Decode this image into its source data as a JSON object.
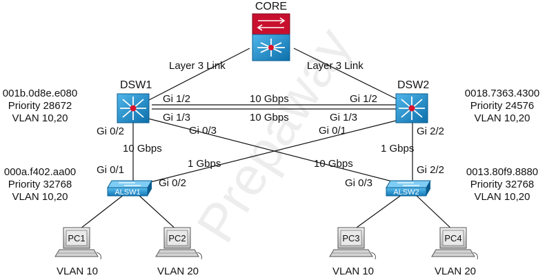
{
  "core": {
    "name": "CORE"
  },
  "links": {
    "core_dsw1": "Layer 3 Link",
    "core_dsw2": "Layer 3 Link",
    "dsw_gi12_speed": "10 Gbps",
    "dsw_gi13_speed": "10 Gbps",
    "dsw1_alsw1_speed": "10 Gbps",
    "dsw2_alsw1_speed": "1 Gbps",
    "dsw1_alsw2_speed": "10 Gbps",
    "dsw2_alsw2_speed": "1 Gbps"
  },
  "dsw1": {
    "name": "DSW1",
    "mac": "001b.0d8e.e080",
    "priority": "Priority 28672",
    "vlan": "VLAN 10,20",
    "ports": {
      "gi12": "Gi 1/2",
      "gi13": "Gi 1/3",
      "gi02": "Gi 0/2",
      "gi03": "Gi 0/3"
    }
  },
  "dsw2": {
    "name": "DSW2",
    "mac": "0018.7363.4300",
    "priority": "Priority 24576",
    "vlan": "VLAN 10,20",
    "ports": {
      "gi12": "Gi 1/2",
      "gi13": "Gi 1/3",
      "gi01": "Gi 0/1",
      "gi22": "Gi 2/2"
    }
  },
  "alsw1": {
    "name": "ALSW1",
    "mac": "000a.f402.aa00",
    "priority": "Priority 32768",
    "vlan": "VLAN 10,20",
    "ports": {
      "gi01": "Gi 0/1",
      "gi02": "Gi 0/2"
    }
  },
  "alsw2": {
    "name": "ALSW2",
    "mac": "0013.80f9.8880",
    "priority": "Priority 32768",
    "vlan": "VLAN 10,20",
    "ports": {
      "gi03": "Gi 0/3",
      "gi22": "Gi 2/2"
    }
  },
  "pcs": [
    {
      "name": "PC1",
      "vlan": "VLAN 10"
    },
    {
      "name": "PC2",
      "vlan": "VLAN 20"
    },
    {
      "name": "PC3",
      "vlan": "VLAN 10"
    },
    {
      "name": "PC4",
      "vlan": "VLAN 20"
    }
  ],
  "watermark": "Prepaway",
  "colors": {
    "switch_blue": "#1a8fd0",
    "core_red": "#c8102e",
    "switch_dark": "#0b5d8f"
  }
}
